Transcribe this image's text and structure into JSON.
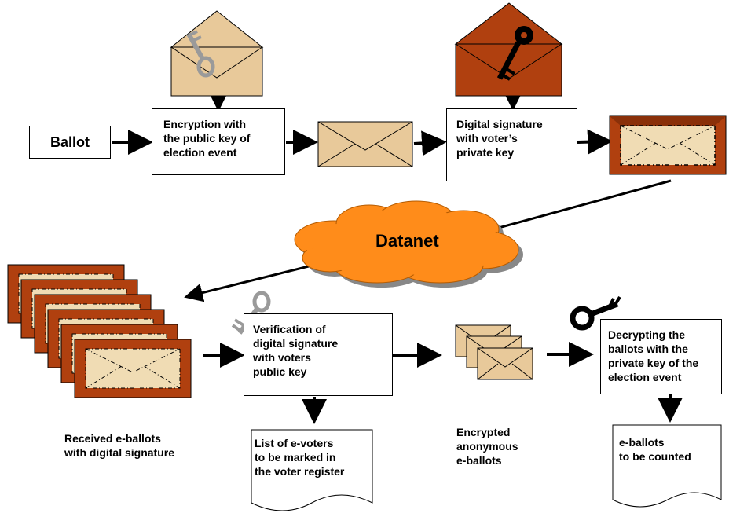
{
  "nodes": {
    "ballot": "Ballot",
    "encryption": "Encryption with\nthe public key of\nelection event",
    "signature": "Digital signature\nwith voter’s\nprivate key",
    "datanet": "Datanet",
    "verification": "Verification of\ndigital signature\nwith voters\npublic key",
    "decrypting": "Decrypting the\nballots with the\nprivate key of the\nelection event",
    "received": "Received e-ballots\nwith digital signature",
    "encrypted_anon": "Encrypted\nanonymous\ne-ballots",
    "voter_list": "List of e-voters\nto be marked in\nthe voter register",
    "to_count": "e-ballots\nto be counted"
  },
  "colors": {
    "envelope_beige": "#e8c99a",
    "envelope_rust": "#b0400f",
    "cloud_orange": "#ff8c1a",
    "key_gray": "#9a9a9a",
    "key_black": "#000000"
  }
}
